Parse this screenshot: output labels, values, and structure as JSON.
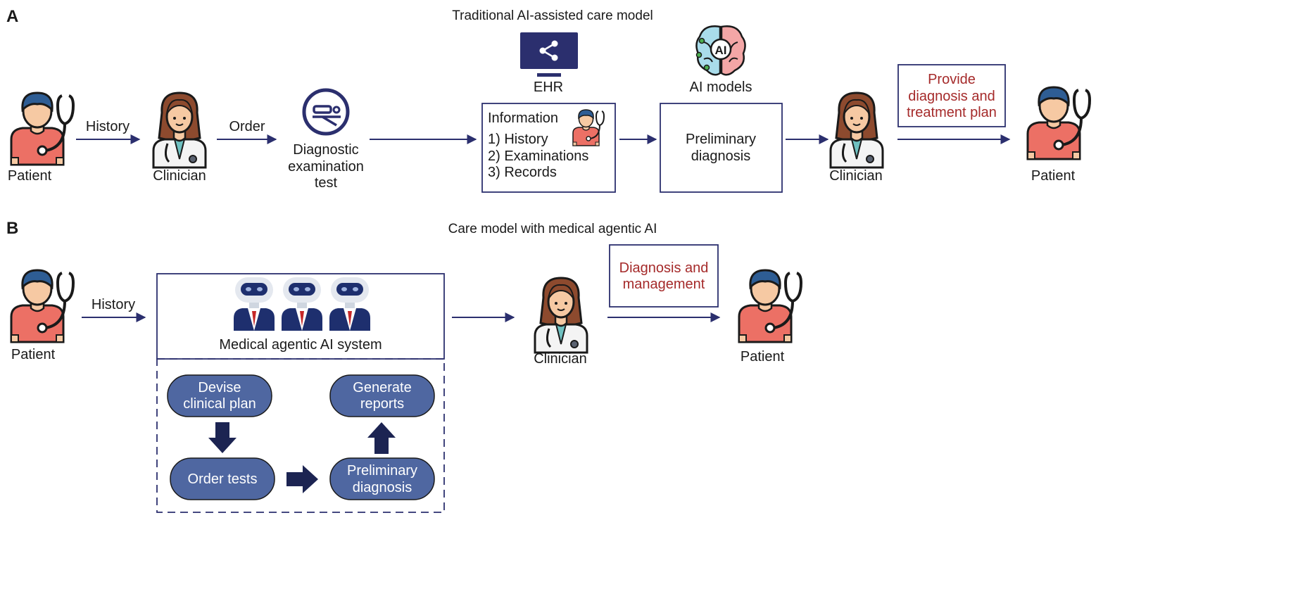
{
  "panel_a": {
    "letter": "A",
    "title": "Traditional AI-assisted care model",
    "patient_label": "Patient",
    "history_label": "History",
    "clinician_label": "Clinician",
    "order_label": "Order",
    "diagnostic_lines": [
      "Diagnostic",
      "examination",
      "test"
    ],
    "ehr_label": "EHR",
    "ai_badge": "AI",
    "ai_models_label": "AI models",
    "info_title": "Information",
    "info_items": [
      "1) History",
      "2) Examinations",
      "3) Records"
    ],
    "prelim_lines": [
      "Preliminary",
      "diagnosis"
    ],
    "clinician2_label": "Clinician",
    "provide_lines": [
      "Provide",
      "diagnosis and",
      "treatment plan"
    ],
    "patient2_label": "Patient"
  },
  "panel_b": {
    "letter": "B",
    "title": "Care model with medical agentic AI",
    "patient_label": "Patient",
    "history_label": "History",
    "system_label": "Medical agentic AI system",
    "steps": {
      "devise": [
        "Devise",
        "clinical plan"
      ],
      "generate": [
        "Generate",
        "reports"
      ],
      "order": [
        "Order tests"
      ],
      "prelim": [
        "Preliminary",
        "diagnosis"
      ]
    },
    "clinician_label": "Clinician",
    "dm_lines": [
      "Diagnosis and",
      "management"
    ],
    "patient2_label": "Patient"
  },
  "colors": {
    "navy": "#2b2f6e",
    "pill_fill": "#4f67a1",
    "dark_arrow": "#1c2452",
    "red_text": "#a52a2a",
    "patient_shirt": "#ec7065",
    "skin": "#f6c9a3"
  },
  "icons": [
    "patient-icon",
    "clinician-icon",
    "diagnostic-test-icon",
    "ehr-monitor-icon",
    "ai-brain-icon",
    "robot-icon"
  ]
}
